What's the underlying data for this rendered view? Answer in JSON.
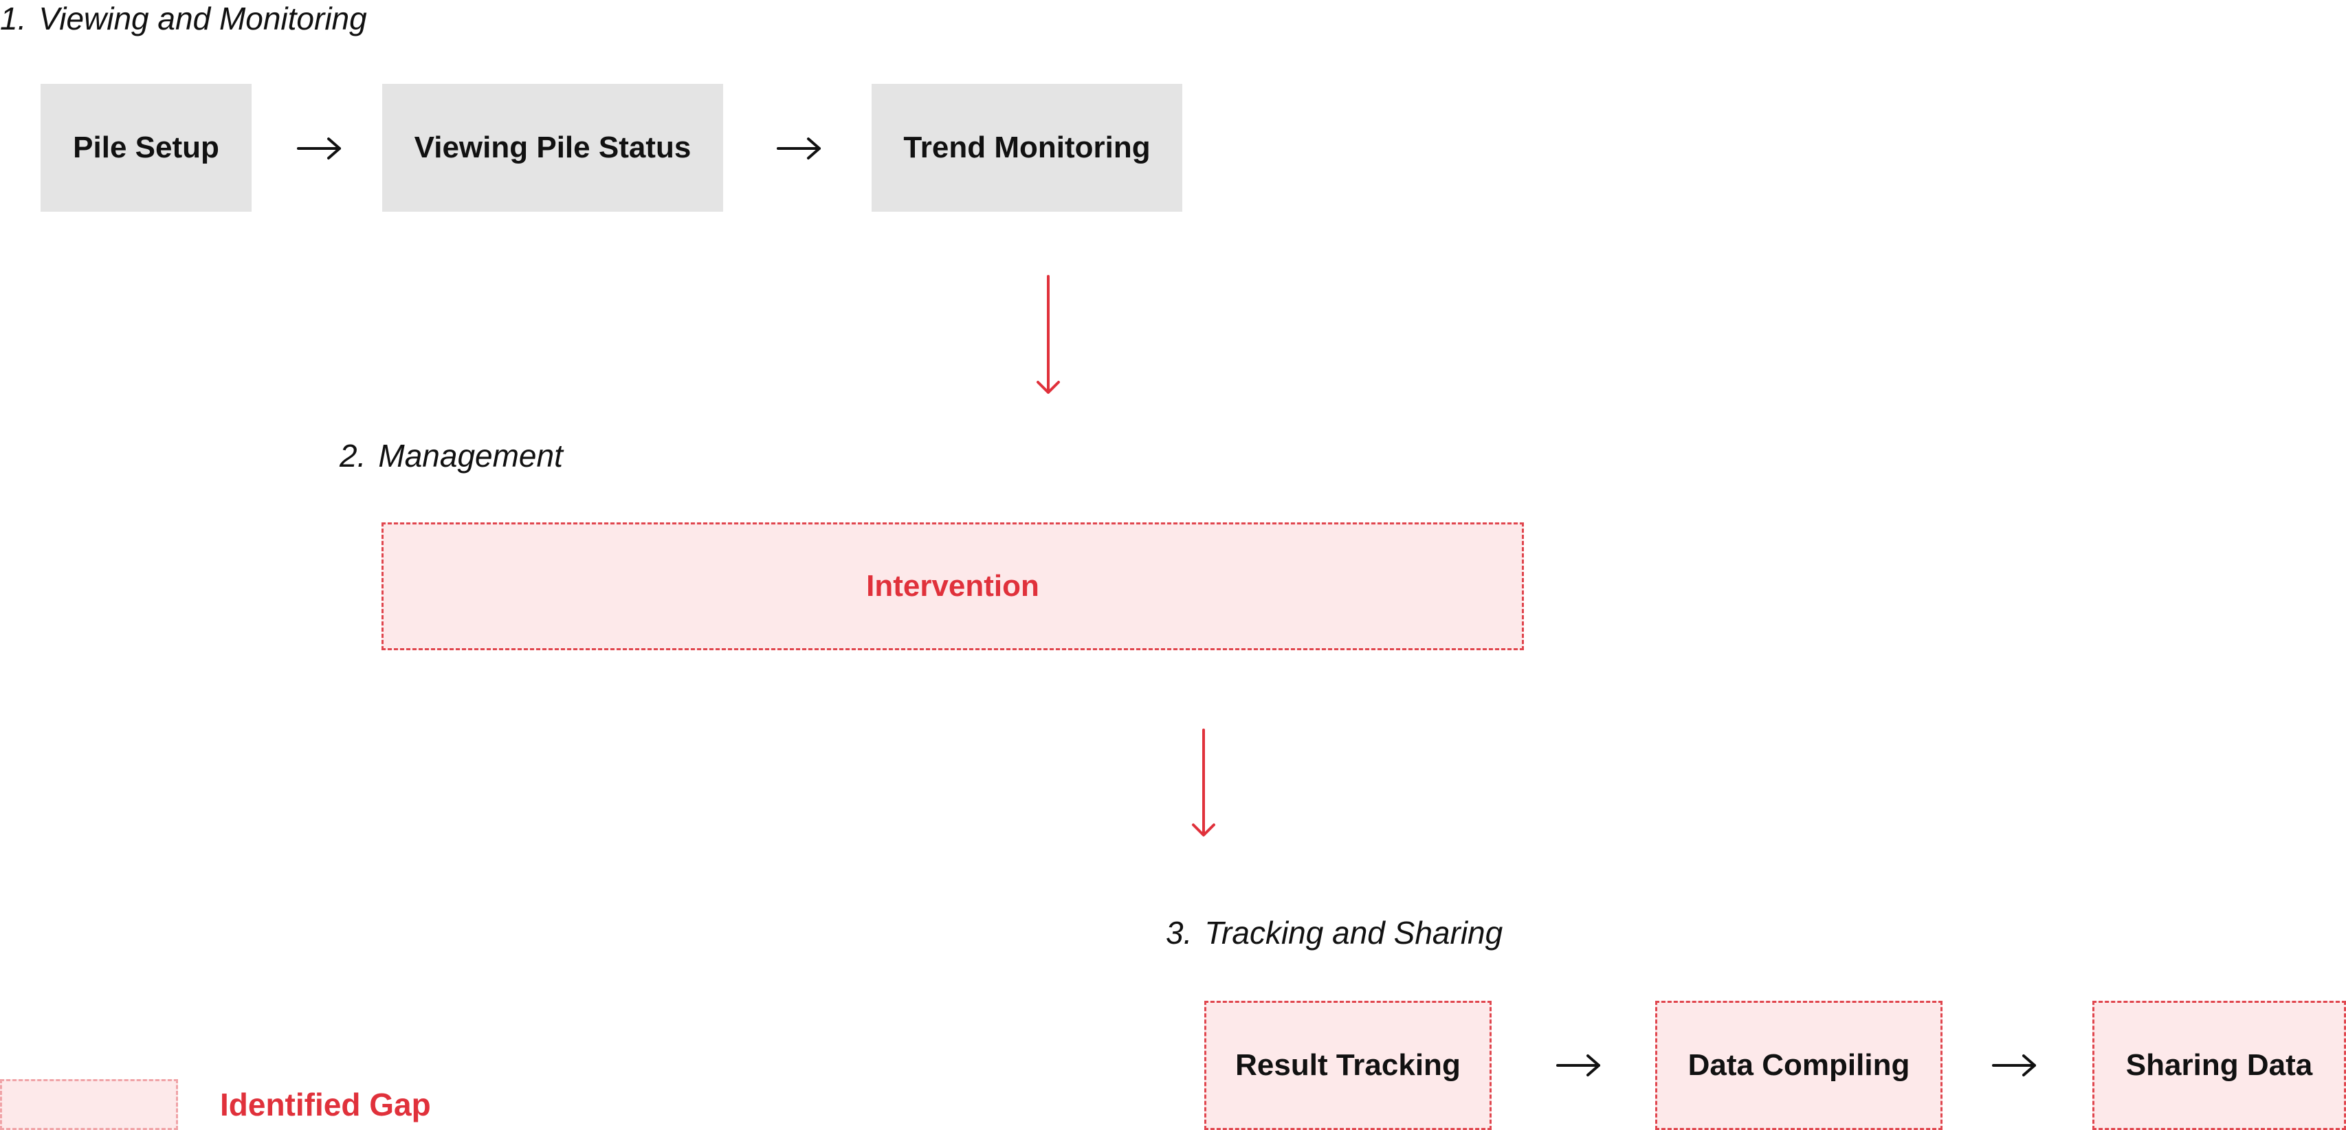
{
  "sections": [
    {
      "number": "1.",
      "title": "Viewing and Monitoring"
    },
    {
      "number": "2.",
      "title": "Management"
    },
    {
      "number": "3.",
      "title": "Tracking and Sharing"
    }
  ],
  "steps": {
    "pile_setup": "Pile Setup",
    "viewing_pile_status": "Viewing Pile Status",
    "trend_monitoring": "Trend Monitoring",
    "intervention": "Intervention",
    "result_tracking": "Result Tracking",
    "data_compiling": "Data Compiling",
    "sharing_data": "Sharing Data"
  },
  "legend": {
    "label": "Identified Gap"
  },
  "colors": {
    "existing_fill": "#e4e4e4",
    "gap_fill": "#fde9ea",
    "gap_border": "#e0464e",
    "accent_red": "#e0313b",
    "text": "#111111"
  }
}
